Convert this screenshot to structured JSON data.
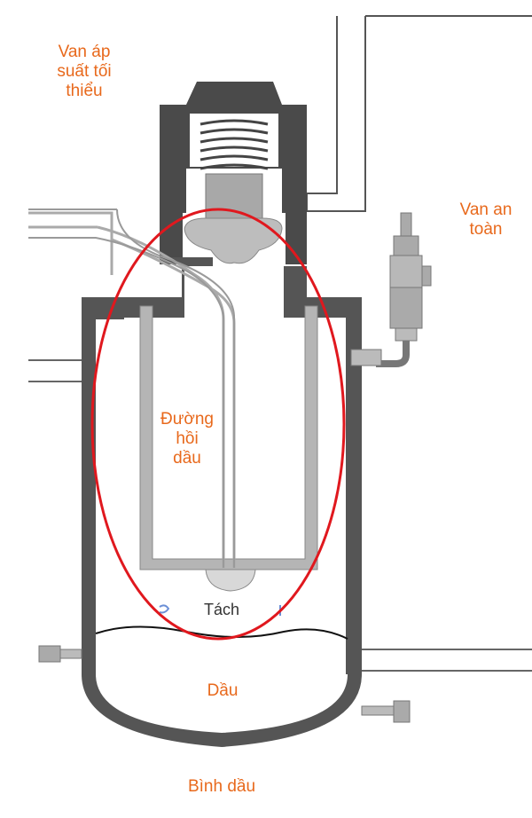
{
  "labels": {
    "min_pressure_valve": [
      "Van áp",
      "suất tối",
      "thiểu"
    ],
    "safety_valve": [
      "Van an",
      "toàn"
    ],
    "oil_return_line": [
      "Đường",
      "hồi",
      "dầu"
    ],
    "separator": "Tách",
    "oil": "Dầu",
    "oil_tank": "Bình dầu"
  },
  "colors": {
    "label": "#e8691c",
    "highlight": "#e0181e",
    "shell": "#555555",
    "part": "#aaaaaa",
    "pipe": "#b8b8b8"
  }
}
